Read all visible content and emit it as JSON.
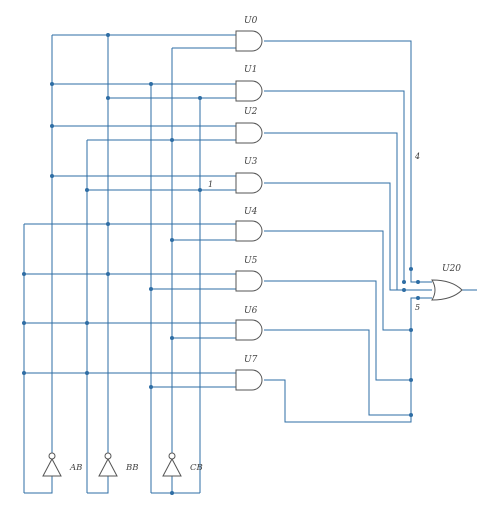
{
  "colors": {
    "wire": "#2e6da4",
    "gate_stroke": "#555555",
    "gate_fill": "#ffffff",
    "text": "#444444",
    "junction": "#2e6da4"
  },
  "gates": {
    "and": [
      {
        "label": "U0"
      },
      {
        "label": "U1"
      },
      {
        "label": "U2"
      },
      {
        "label": "U3"
      },
      {
        "label": "U4"
      },
      {
        "label": "U5"
      },
      {
        "label": "U6"
      },
      {
        "label": "U7"
      }
    ],
    "or": {
      "label": "U20"
    }
  },
  "inverters": [
    {
      "label": "AB"
    },
    {
      "label": "BB"
    },
    {
      "label": "CB"
    }
  ],
  "net_labels": {
    "n1": "1",
    "n4": "4",
    "n5": "5"
  }
}
